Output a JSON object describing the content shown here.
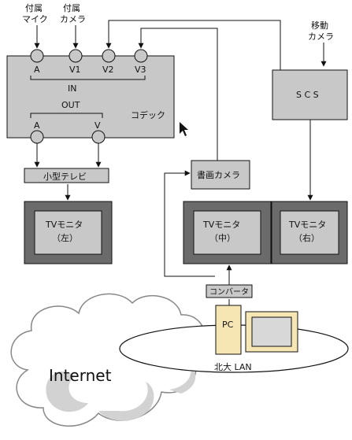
{
  "labels": {
    "mic_line1": "付属",
    "mic_line2": "マイク",
    "cam_line1": "付属",
    "cam_line2": "カメラ",
    "move_line1": "移動",
    "move_line2": "カメラ",
    "port_a": "A",
    "port_v1": "V1",
    "port_v2": "V2",
    "port_v3": "V3",
    "in": "IN",
    "out": "OUT",
    "out_a": "A",
    "out_v": "V",
    "codec": "コデック",
    "scs": "S C S",
    "small_tv": "小型テレビ",
    "doc_camera": "書画カメラ",
    "tv_left_1": "TVモニタ",
    "tv_left_2": "（左）",
    "tv_center_1": "TVモニタ",
    "tv_center_2": "（中）",
    "tv_right_1": "TVモニタ",
    "tv_right_2": "（右）",
    "converter": "コンバータ",
    "pc": "PC",
    "lan": "北大 LAN",
    "internet": "Internet"
  },
  "colors": {
    "box_gray": "#c8c8c8",
    "tv_frame": "#6b6b6b",
    "pc_fill": "#f5e6b4",
    "screen_fill": "#d8d8d8",
    "cloud_shadow": "#c9c9c9"
  }
}
